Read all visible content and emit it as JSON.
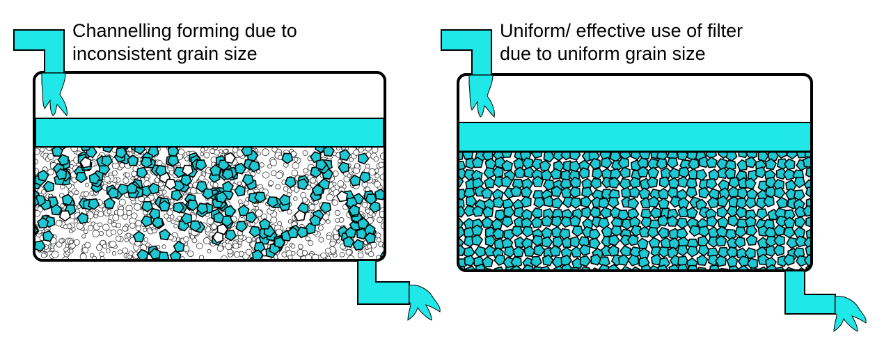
{
  "captions": {
    "left": {
      "line1": "Channelling forming due to",
      "line2": "inconsistent grain size"
    },
    "right": {
      "line1": "Uniform/ effective use of filter",
      "line2": "due to uniform grain size"
    }
  },
  "colors": {
    "water": "#20e8e8",
    "grain_large": "#1ec8d2",
    "grain_small": "#ffffff",
    "outline": "#000000",
    "background": "#ffffff"
  },
  "icons": {
    "inlet": "inlet-pipe",
    "outlet": "outlet-pipe",
    "water": "water-splash-icon"
  }
}
